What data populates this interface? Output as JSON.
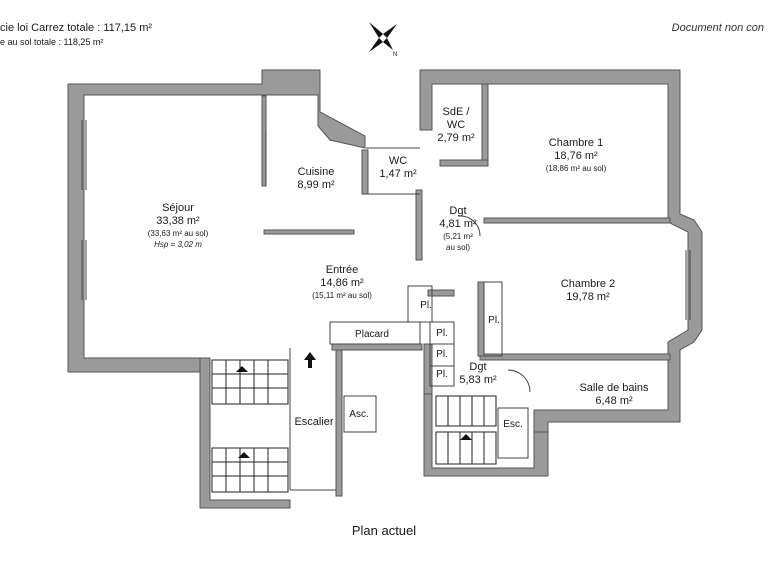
{
  "header": {
    "carrez_total": "cie loi Carrez totale :  117,15 m²",
    "sol_total": "e au sol totale : 118,25 m²",
    "document_note": "Document non con"
  },
  "compass_letter": "N",
  "rooms": {
    "sejour": {
      "name": "Séjour",
      "area": "33,38 m²",
      "sub": "(33,63 m² au sol)",
      "hsp": "Hsp = 3,02 m"
    },
    "cuisine": {
      "name": "Cuisine",
      "area": "8,99 m²"
    },
    "wc": {
      "name": "WC",
      "area": "1,47 m²"
    },
    "sde_wc": {
      "name_line1": "SdE /",
      "name_line2": "WC",
      "area": "2,79 m²"
    },
    "chambre1": {
      "name": "Chambre 1",
      "area": "18,76 m²",
      "sub": "(18,86 m² au sol)"
    },
    "dgt1": {
      "name": "Dgt",
      "area": "4,81 m²",
      "sub1": "(5,21 m²",
      "sub2": "au sol)"
    },
    "entree": {
      "name": "Entrée",
      "area": "14,86 m²",
      "sub": "(15,11 m² au sol)"
    },
    "chambre2": {
      "name": "Chambre 2",
      "area": "19,78 m²"
    },
    "dgt2": {
      "name": "Dgt",
      "area": "5,83 m²"
    },
    "salle_de_bains": {
      "name": "Salle de bains",
      "area": "6,48 m²"
    },
    "escalier": {
      "name": "Escalier"
    }
  },
  "labels": {
    "placard": "Placard",
    "pl": "Pl.",
    "asc": "Asc.",
    "esc": "Esc."
  },
  "caption": "Plan actuel"
}
